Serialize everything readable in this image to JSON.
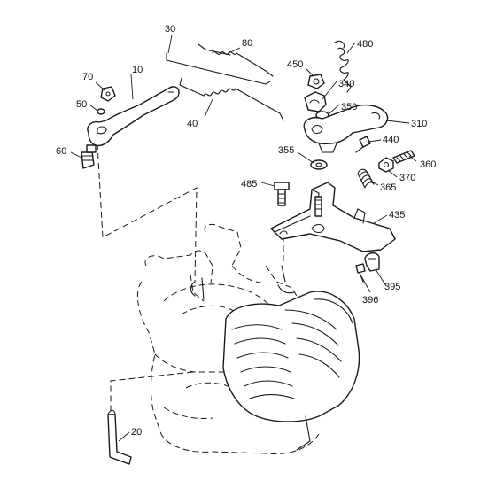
{
  "diagram": {
    "callouts": {
      "p10": "10",
      "p20": "20",
      "p30": "30",
      "p40": "40",
      "p50": "50",
      "p60": "60",
      "p70": "70",
      "p80": "80",
      "p310": "310",
      "p340": "340",
      "p350": "350",
      "p355": "355",
      "p360": "360",
      "p365": "365",
      "p370": "370",
      "p395": "395",
      "p396": "396",
      "p435": "435",
      "p440": "440",
      "p450": "450",
      "p480": "480",
      "p485": "485"
    }
  }
}
